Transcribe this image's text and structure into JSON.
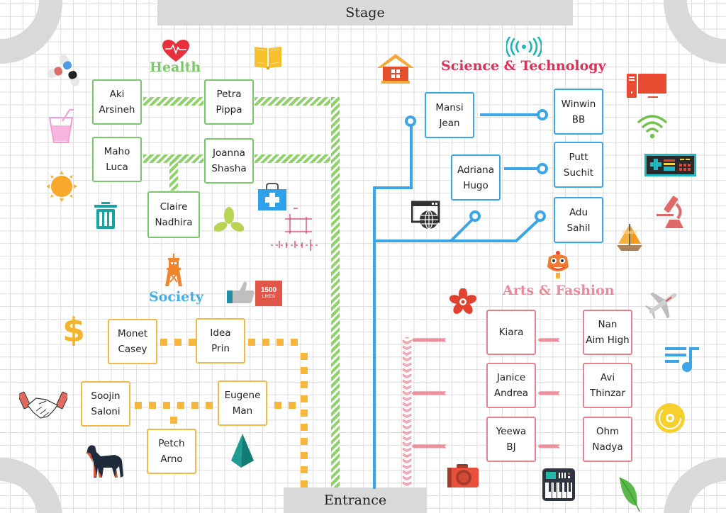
{
  "stage_label": "Stage",
  "entrance_label": "Entrance",
  "colors": {
    "health": "#7ac86b",
    "society": "#f2b84a",
    "science": "#3aa6e8",
    "arts": "#e8808e",
    "bar": "#d9d9d9",
    "health_title": "#7cc86a",
    "society_title": "#47aee6",
    "science_title": "#d93355",
    "arts_title": "#ec8a9b"
  },
  "zones": {
    "health": {
      "title": "Health",
      "booths": [
        {
          "line1": "Aki",
          "line2": "Arsineh"
        },
        {
          "line1": "Petra",
          "line2": "Pippa"
        },
        {
          "line1": "Maho",
          "line2": "Luca"
        },
        {
          "line1": "Joanna",
          "line2": "Shasha"
        },
        {
          "line1": "Claire",
          "line2": "Nadhira"
        }
      ]
    },
    "society": {
      "title": "Society",
      "likes_badge": {
        "count": "1500",
        "label": "LIKES"
      },
      "booths": [
        {
          "line1": "Monet",
          "line2": "Casey"
        },
        {
          "line1": "Idea",
          "line2": "Prin"
        },
        {
          "line1": "Soojin",
          "line2": "Saloni"
        },
        {
          "line1": "Eugene",
          "line2": "Man"
        },
        {
          "line1": "Petch",
          "line2": "Arno"
        }
      ]
    },
    "science": {
      "title": "Science & Technology",
      "booths": [
        {
          "line1": "Mansi",
          "line2": "Jean"
        },
        {
          "line1": "Winwin",
          "line2": "BB"
        },
        {
          "line1": "Adriana",
          "line2": "Hugo"
        },
        {
          "line1": "Putt",
          "line2": "Suchit"
        },
        {
          "line1": "Adu",
          "line2": "Sahil"
        }
      ]
    },
    "arts": {
      "title": "Arts & Fashion",
      "booths": [
        {
          "line1": "Kiara",
          "line2": ""
        },
        {
          "line1": "Nan",
          "line2": "Aim High"
        },
        {
          "line1": "Janice",
          "line2": "Andrea"
        },
        {
          "line1": "Avi",
          "line2": "Thinzar"
        },
        {
          "line1": "Yeewa",
          "line2": "BJ"
        },
        {
          "line1": "Ohm",
          "line2": "Nadya"
        }
      ]
    }
  },
  "icons": [
    "pills-icon",
    "heart-pulse-icon",
    "book-icon",
    "drink-icon",
    "sun-icon",
    "trash-icon",
    "plant-icon",
    "first-aid-icon",
    "sketch-icon",
    "tower-icon",
    "thumbs-up-icon",
    "dollar-icon",
    "handshake-icon",
    "dog-icon",
    "pyramid-icon",
    "house-icon",
    "broadcast-icon",
    "computer-icon",
    "wifi-icon",
    "gamepad-icon",
    "web-icon",
    "microscope-icon",
    "sailboat-icon",
    "lion-mask-icon",
    "flower-icon",
    "airplane-icon",
    "music-list-icon",
    "disc-icon",
    "camera-icon",
    "keyboard-icon",
    "leaf-icon"
  ]
}
